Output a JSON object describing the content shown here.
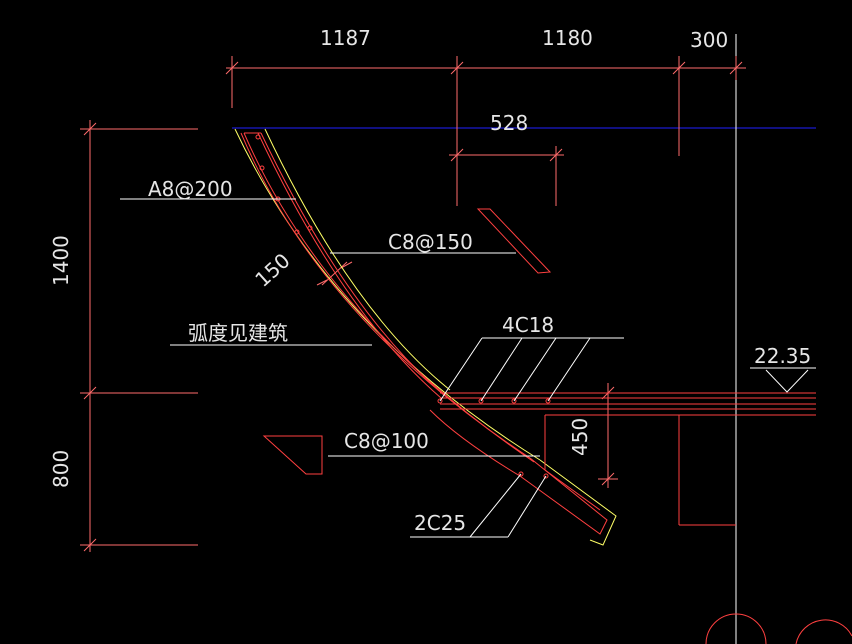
{
  "drawing": {
    "colors": {
      "background": "#000000",
      "dimension": "#ff6b6b",
      "rebar": "#ff4040",
      "outline": "#ffff66",
      "reference": "#2020ff",
      "axis": "#ffffff",
      "text": "#e6e6e6"
    },
    "dimensions": {
      "top_left_span": "1187",
      "top_mid_span": "1180",
      "top_right_span": "300",
      "inner_span": "528",
      "left_upper_height": "1400",
      "left_lower_height": "800",
      "slab_thickness": "150",
      "beam_height": "450"
    },
    "callouts": {
      "distribution_bar": "A8@200",
      "slab_bar": "C8@150",
      "curve_note": "弧度见建筑",
      "beam_top_bars": "4C18",
      "beam_stirrup": "C8@100",
      "beam_bottom_bars": "2C25"
    },
    "elevation": "22.35"
  }
}
